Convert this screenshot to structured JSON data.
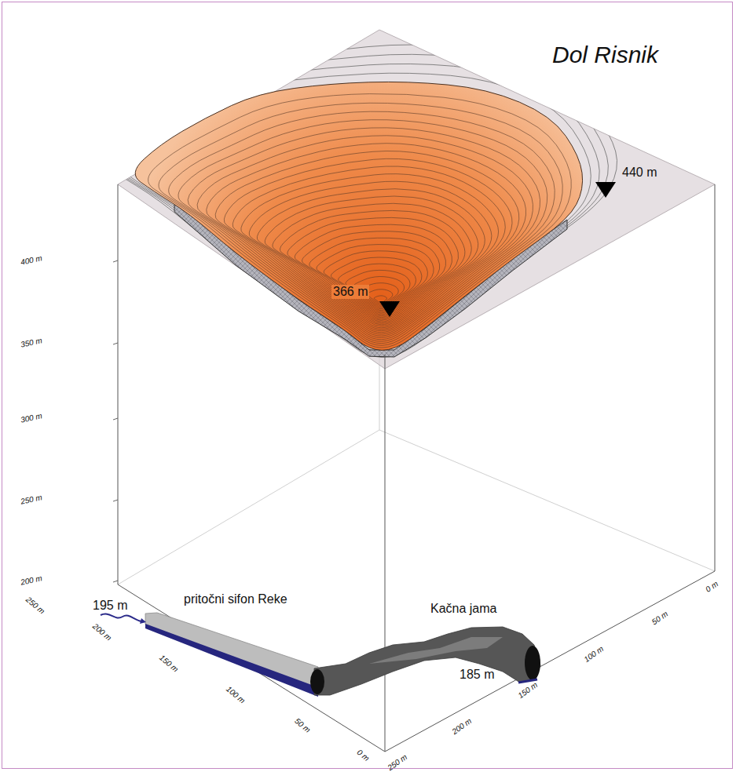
{
  "diagram": {
    "title": "Dol Risnik",
    "labels": [
      "440 m",
      "366 m",
      "400 m",
      "350 m",
      "300 m",
      "250 m",
      "200 m",
      "195 m",
      "pritočni sifon Reke",
      "Kačna jama",
      "185 m",
      "250 m",
      "200 m",
      "150 m",
      "100 m",
      "50 m",
      "0 m",
      "250 m",
      "200 m",
      "150 m",
      "100 m",
      "50 m",
      "0 m"
    ]
  }
}
